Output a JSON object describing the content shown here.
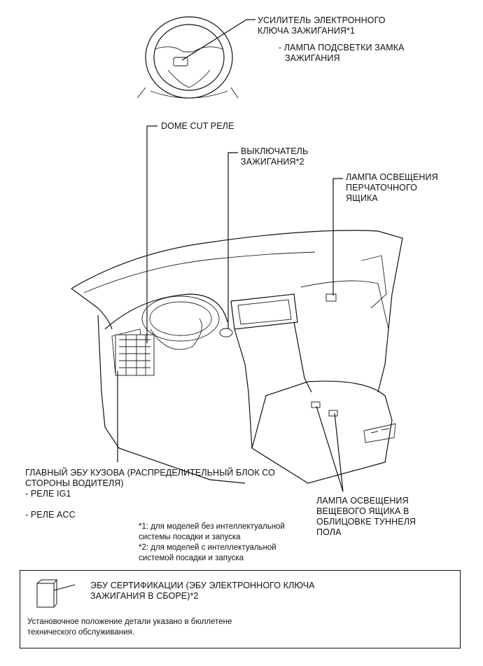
{
  "labels": {
    "key_amp_1": "УСИЛИТЕЛЬ ЭЛЕКТРОННОГО",
    "key_amp_2": "КЛЮЧА ЗАЖИГАНИЯ*1",
    "lamp_lock_1": "- ЛАМПА ПОДСВЕТКИ ЗАМКА",
    "lamp_lock_2": "ЗАЖИГАНИЯ",
    "dome_cut": "DOME CUT РЕЛЕ",
    "ign_switch_1": "ВЫКЛЮЧАТЕЛЬ",
    "ign_switch_2": "ЗАЖИГАНИЯ*2",
    "glove_1": "ЛАМПА ОСВЕЩЕНИЯ",
    "glove_2": "ПЕРЧАТОЧНОГО",
    "glove_3": "ЯЩИКА",
    "body_ecu_1": "ГЛАВНЫЙ ЭБУ КУЗОВА (РАСПРЕДЕЛИТЕЛЬНЫЙ БЛОК СО",
    "body_ecu_2": "СТОРОНЫ ВОДИТЕЛЯ)",
    "relay_ig1": "- РЕЛЕ IG1",
    "relay_acc": "- РЕЛЕ ACC",
    "console_1": "ЛАМПА ОСВЕЩЕНИЯ",
    "console_2": "ВЕЩЕВОГО ЯЩИКА В",
    "console_3": "ОБЛИЦОВКЕ ТУННЕЛЯ",
    "console_4": "ПОЛА"
  },
  "footnotes": {
    "n1_a": "*1: для моделей без интеллектуальной",
    "n1_b": "системы посадки и запуска",
    "n2_a": "*2: для моделей с интеллектуальной",
    "n2_b": "системой посадки и запуска"
  },
  "legend": {
    "part_1": "ЭБУ СЕРТИФИКАЦИИ (ЭБУ ЭЛЕКТРОННОГО КЛЮЧА",
    "part_2": "ЗАЖИГАНИЯ В СБОРЕ)*2",
    "note_1": "Установочное положение детали указано в бюллетене",
    "note_2": "технического обслуживания."
  }
}
